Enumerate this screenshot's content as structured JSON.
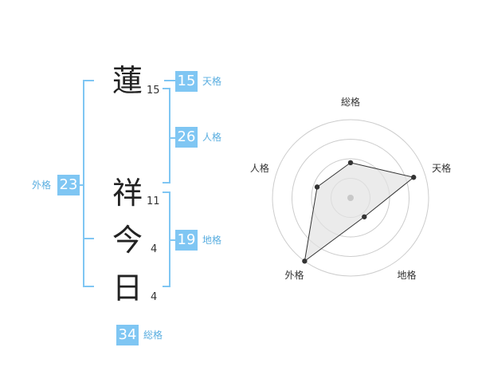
{
  "name": {
    "chars": [
      {
        "char": "蓮",
        "strokes": "15"
      },
      {
        "char": "祥",
        "strokes": "11"
      },
      {
        "char": "今",
        "strokes": "4"
      },
      {
        "char": "日",
        "strokes": "4"
      }
    ]
  },
  "fortunes": {
    "tenkaku": {
      "label": "天格",
      "value": "15"
    },
    "jinkaku": {
      "label": "人格",
      "value": "26"
    },
    "chikaku": {
      "label": "地格",
      "value": "19"
    },
    "gaikaku": {
      "label": "外格",
      "value": "23"
    },
    "soukaku": {
      "label": "総格",
      "value": "34"
    }
  },
  "chart_data": {
    "type": "radar",
    "axes": [
      "総格",
      "天格",
      "地格",
      "外格",
      "人格"
    ],
    "values": [
      0.45,
      0.85,
      0.3,
      1.0,
      0.45
    ],
    "rings": 4,
    "colors": {
      "ring": "#cccccc",
      "fill": "#e2e2e2",
      "line": "#333333",
      "center": "#c8c8c8"
    }
  }
}
